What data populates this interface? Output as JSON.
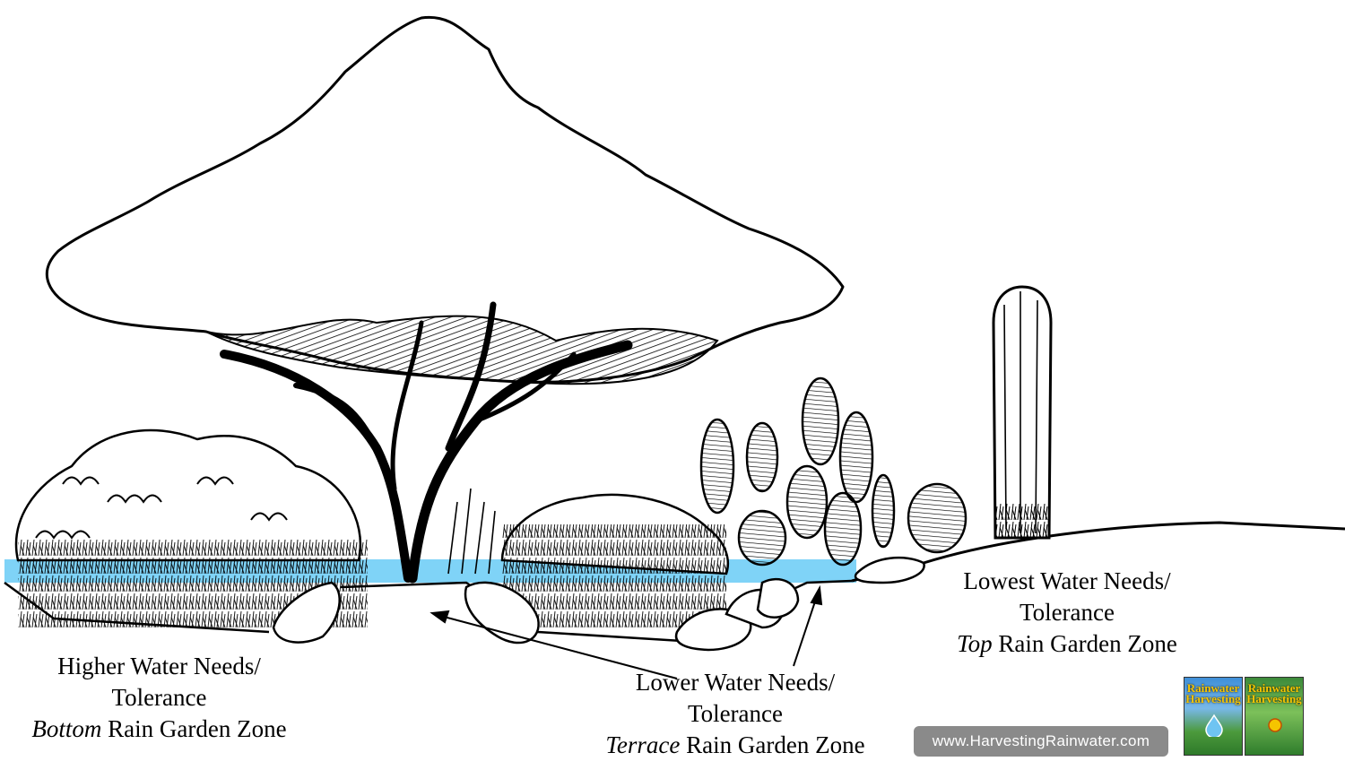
{
  "labels": {
    "bottom": {
      "line1": "Higher Water Needs/",
      "line2": "Tolerance",
      "zone_word": "Bottom",
      "zone_rest": " Rain Garden Zone"
    },
    "terrace": {
      "line1": "Lower Water Needs/",
      "line2": "Tolerance",
      "zone_word": "Terrace",
      "zone_rest": " Rain Garden Zone"
    },
    "top": {
      "line1": "Lowest Water Needs/",
      "line2": "Tolerance",
      "zone_word": "Top",
      "zone_rest": " Rain Garden Zone"
    }
  },
  "website": "www.HarvestingRainwater.com",
  "books": [
    {
      "title_line1": "Rainwater",
      "title_line2": "Harvesting"
    },
    {
      "title_line1": "Rainwater",
      "title_line2": "Harvesting"
    }
  ],
  "colors": {
    "water": "#7fd3f7",
    "ink": "#000000",
    "badge": "#8a8a8a",
    "book_title": "#f5c400"
  }
}
